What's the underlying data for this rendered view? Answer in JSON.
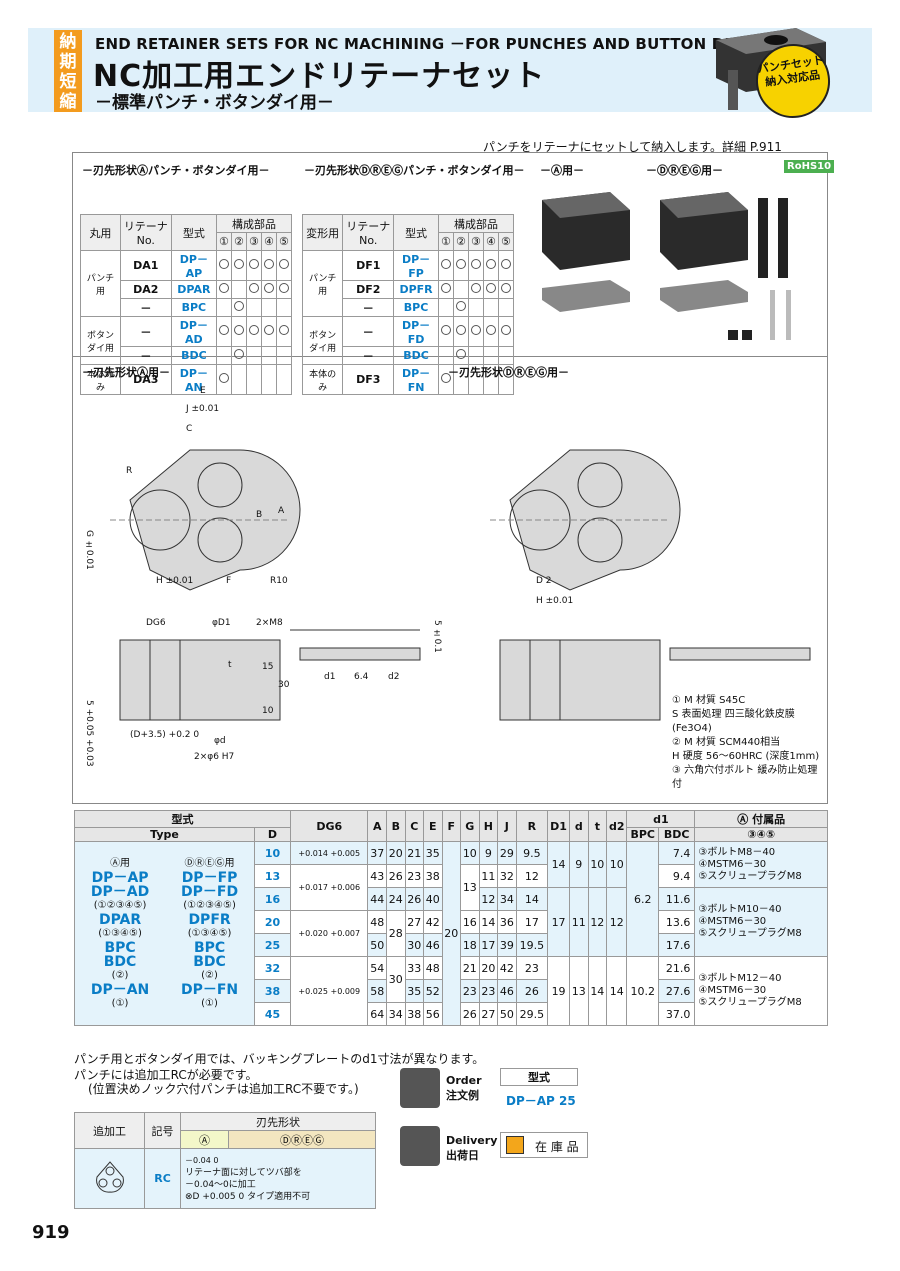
{
  "header": {
    "tag": "納期短縮",
    "title_en": "END RETAINER SETS FOR NC MACHINING －FOR PUNCHES AND BUTTON DIES－",
    "title_jp": "NC加工用エンドリテーナセット",
    "subtitle": "－標準パンチ・ボタンダイ用－",
    "badge": "パンチセット納入対応品"
  },
  "top_note": "パンチをリテーナにセットして納入します。詳細 P.911",
  "rohs": "RoHS10",
  "sec1_title": "－刃先形状Ⓐパンチ・ボタンダイ用－",
  "sec2_title": "－刃先形状ⒹⓇⒺⒼパンチ・ボタンダイ用－",
  "sec3_title": "－Ⓐ用－",
  "sec4_title": "－ⒹⓇⒺⒼ用－",
  "small_tables": {
    "a": {
      "h1": "丸用",
      "h2": "リテーナNo.",
      "h3": "型式",
      "h4": "構成部品",
      "cols": [
        "①",
        "②",
        "③",
        "④",
        "⑤"
      ],
      "rows": [
        {
          "g": "パンチ用",
          "no": "DA1",
          "t": "DP－AP",
          "c": [
            1,
            1,
            1,
            1,
            1
          ]
        },
        {
          "g": "",
          "no": "DA2",
          "t": "DPAR",
          "c": [
            1,
            0,
            1,
            1,
            1
          ]
        },
        {
          "g": "",
          "no": "－",
          "t": "BPC",
          "c": [
            0,
            1,
            0,
            0,
            0
          ]
        },
        {
          "g": "ボタンダイ用",
          "no": "－",
          "t": "DP－AD",
          "c": [
            1,
            1,
            1,
            1,
            1
          ]
        },
        {
          "g": "",
          "no": "－",
          "t": "BDC",
          "c": [
            0,
            1,
            0,
            0,
            0
          ]
        },
        {
          "g": "本体のみ",
          "no": "DA3",
          "t": "DP－AN",
          "c": [
            1,
            0,
            0,
            0,
            0
          ]
        }
      ]
    },
    "b": {
      "h1": "変形用",
      "h2": "リテーナNo.",
      "h3": "型式",
      "h4": "構成部品",
      "cols": [
        "①",
        "②",
        "③",
        "④",
        "⑤"
      ],
      "rows": [
        {
          "g": "パンチ用",
          "no": "DF1",
          "t": "DP－FP",
          "c": [
            1,
            1,
            1,
            1,
            1
          ]
        },
        {
          "g": "",
          "no": "DF2",
          "t": "DPFR",
          "c": [
            1,
            0,
            1,
            1,
            1
          ]
        },
        {
          "g": "",
          "no": "－",
          "t": "BPC",
          "c": [
            0,
            1,
            0,
            0,
            0
          ]
        },
        {
          "g": "ボタンダイ用",
          "no": "－",
          "t": "DP－FD",
          "c": [
            1,
            1,
            1,
            1,
            1
          ]
        },
        {
          "g": "",
          "no": "－",
          "t": "BDC",
          "c": [
            0,
            1,
            0,
            0,
            0
          ]
        },
        {
          "g": "本体のみ",
          "no": "DF3",
          "t": "DP－FN",
          "c": [
            1,
            0,
            0,
            0,
            0
          ]
        }
      ]
    }
  },
  "drawing_a_title": "－刃先形状Ⓐ用－",
  "drawing_b_title": "－刃先形状ⒹⓇⒺⒼ用－",
  "dims": {
    "E": "E",
    "J": "J ±0.01",
    "C": "C",
    "R": "R",
    "B": "B",
    "A": "A",
    "G": "G ±0.01",
    "H": "H ±0.01",
    "F": "F",
    "R10": "R10",
    "D2": "D 2",
    "Hb": "H ±0.01",
    "DG6": "DG6",
    "D1": "φD1",
    "M8": "2×M8",
    "t": "t",
    "d": "φd",
    "d6": "2×φ6 H7",
    "n15": "15",
    "n30": "30",
    "n10": "10",
    "n5": "5 ±0.1",
    "n5b": "5 +0.05 +0.03",
    "D35": "(D+3.5) +0.2 0",
    "d1": "d1",
    "n64": "6.4",
    "d2": "d2"
  },
  "materials": [
    "① M 材質 S45C",
    "S 表面処理 四三酸化鉄皮膜 (Fe3O4)",
    "② M 材質 SCM440相当",
    "H 硬度 56～60HRC (深度1mm)",
    "③ 六角穴付ボルト 緩み防止処理付"
  ],
  "main_table": {
    "headers": [
      "型式",
      "Type",
      "D",
      "DG6",
      "A",
      "B",
      "C",
      "E",
      "F",
      "G",
      "H",
      "J",
      "R",
      "D1",
      "d",
      "t",
      "d2",
      "d1",
      "BPC",
      "BDC",
      "Ⓐ 付属品",
      "③④⑤"
    ],
    "types_left": [
      "Ⓐ用",
      "DP－AP",
      "DP－AD",
      "(①②③④⑤)",
      "DPAR",
      "(①③④⑤)",
      "BPC",
      "BDC",
      "(②)",
      "DP－AN",
      "(①)"
    ],
    "types_right": [
      "ⒹⓇⒺⒼ用",
      "DP－FP",
      "DP－FD",
      "(①②③④⑤)",
      "DPFR",
      "(①③④⑤)",
      "BPC",
      "BDC",
      "(②)",
      "DP－FN",
      "(①)"
    ],
    "rows": [
      {
        "D": "10",
        "A": "37",
        "B": "20",
        "C": "21",
        "E": "35",
        "H": "9",
        "J": "29",
        "R": "9.5",
        "BDC": "7.4"
      },
      {
        "D": "13",
        "A": "43",
        "B": "26",
        "C": "23",
        "E": "38",
        "H": "11",
        "J": "32",
        "R": "12",
        "BDC": "9.4"
      },
      {
        "D": "16",
        "A": "44",
        "B": "24",
        "C": "26",
        "E": "40",
        "H": "12",
        "J": "34",
        "R": "14",
        "BDC": "11.6"
      },
      {
        "D": "20",
        "A": "48",
        "B": "28",
        "C": "27",
        "E": "42",
        "G": "16",
        "H": "14",
        "J": "36",
        "R": "17",
        "BDC": "13.6"
      },
      {
        "D": "25",
        "A": "50",
        "C": "30",
        "E": "46",
        "G": "18",
        "H": "17",
        "J": "39",
        "R": "19.5",
        "BDC": "17.6"
      },
      {
        "D": "32",
        "A": "54",
        "B": "30",
        "C": "33",
        "E": "48",
        "G": "21",
        "H": "20",
        "J": "42",
        "R": "23",
        "BDC": "21.6"
      },
      {
        "D": "38",
        "A": "58",
        "C": "35",
        "E": "52",
        "G": "23",
        "H": "23",
        "J": "46",
        "R": "26",
        "BDC": "27.6"
      },
      {
        "D": "45",
        "A": "64",
        "B": "34",
        "C": "38",
        "E": "56",
        "G": "26",
        "H": "27",
        "J": "50",
        "R": "29.5",
        "BDC": "37.0"
      }
    ],
    "dg6": [
      "+0.014 +0.005",
      "+0.017 +0.006",
      "+0.020 +0.007",
      "+0.025 +0.009"
    ],
    "F": "20",
    "G13": "13",
    "G10": "10",
    "grp": [
      {
        "D1": "14",
        "d": "9",
        "t": "10",
        "d2": "10"
      },
      {
        "D1": "17",
        "d": "11",
        "t": "12",
        "d2": "12"
      },
      {
        "D1": "19",
        "d": "13",
        "t": "14",
        "d2": "14"
      }
    ],
    "bpc": [
      "6.2",
      "10.2"
    ],
    "acc": [
      [
        "③ボルトM8－40",
        "④MSTM6－30",
        "⑤スクリュープラグM8"
      ],
      [
        "③ボルトM10－40",
        "④MSTM6－30",
        "⑤スクリュープラグM8"
      ],
      [
        "③ボルトM12－40",
        "④MSTM6－30",
        "⑤スクリュープラグM8"
      ]
    ]
  },
  "footnotes": [
    "パンチ用とボタンダイ用では、バッキングプレートのd1寸法が異なります。",
    "パンチには追加工RCが必要です。",
    "(位置決めノック穴付パンチは追加工RC不要です。)"
  ],
  "order": {
    "label": "Order 注文例",
    "col": "型式",
    "example": "DP－AP 25"
  },
  "delivery": {
    "label": "Delivery 出荷日",
    "stock": "在 庫 品"
  },
  "extra": {
    "h1": "追加工",
    "h2": "記号",
    "h3": "刃先形状",
    "ca": "Ⓐ",
    "cd": "ⒹⓇⒺⒼ",
    "code": "RC",
    "desc1": "リテーナ面に対してツバ部を",
    "desc2": "－0.04～0に加工",
    "desc3": "⊗D +0.005 0 タイプ適用不可",
    "dim": "－0.04 0"
  },
  "page": "919"
}
